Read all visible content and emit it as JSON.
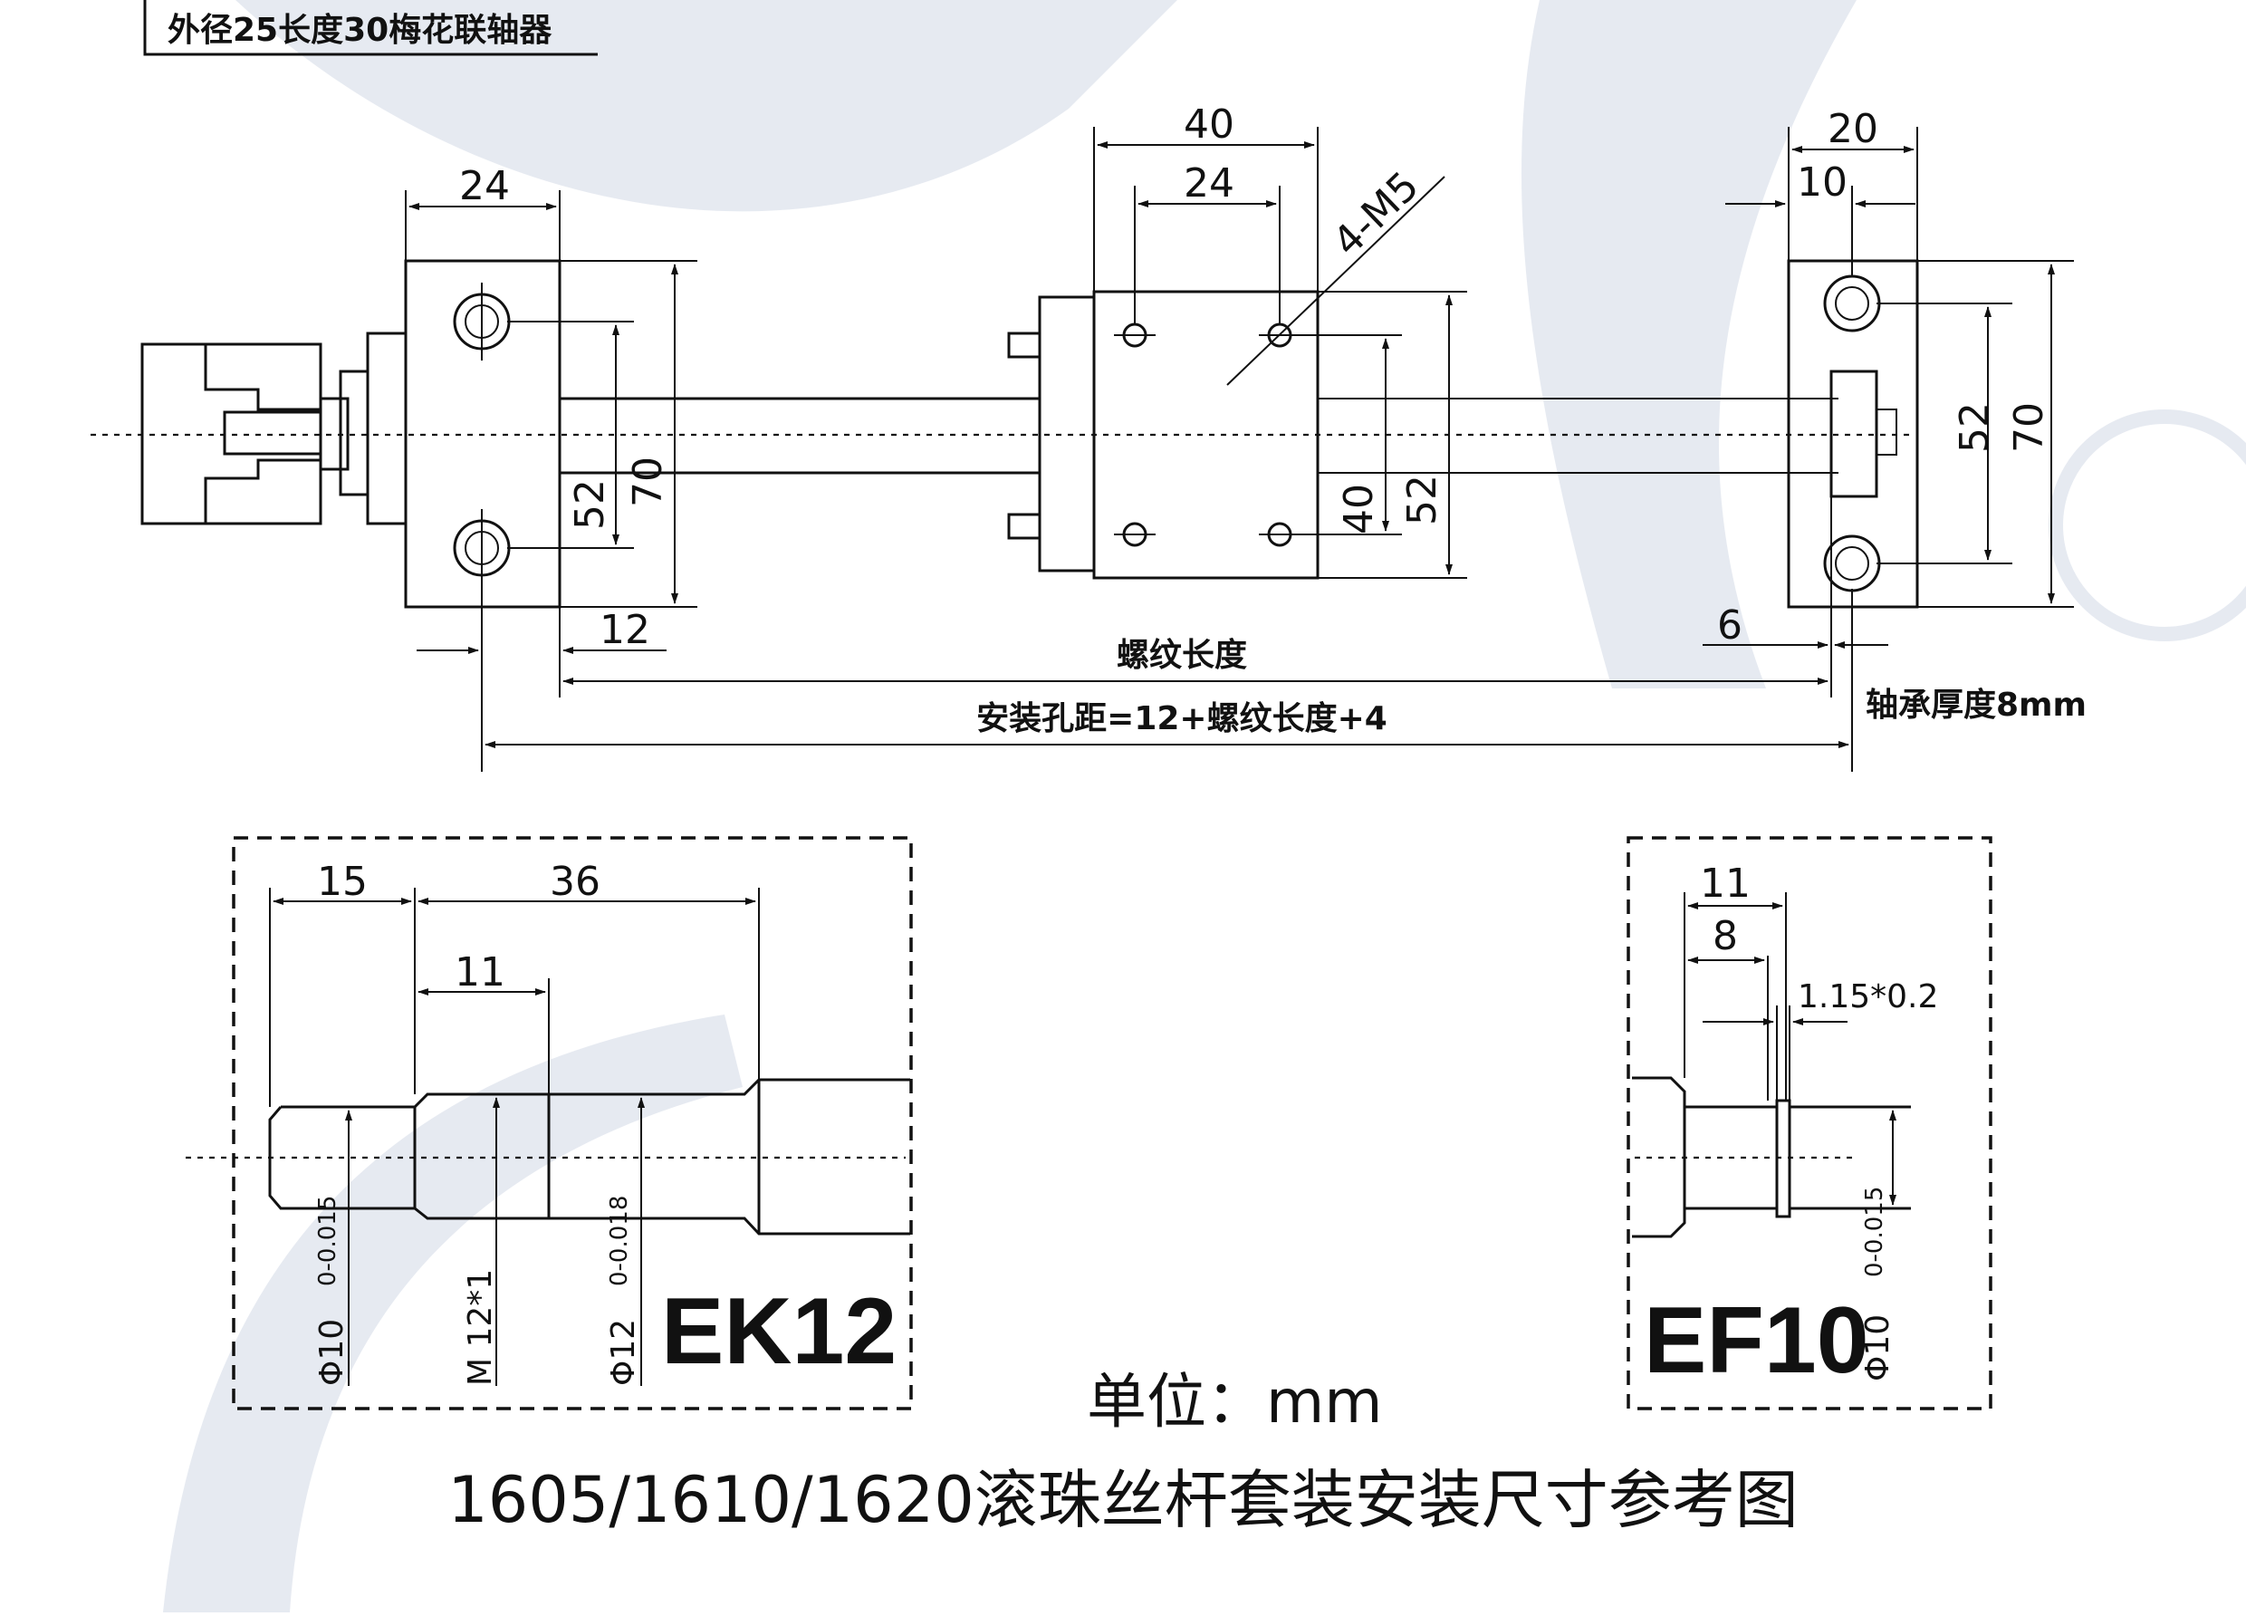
{
  "coupling_note": "外径25长度30梅花联轴器",
  "support_left": {
    "width": "24",
    "gap": "12",
    "hole_span": "52",
    "height": "70"
  },
  "nut_block": {
    "width": "40",
    "hole_span_x": "24",
    "thread": "4-M5",
    "hole_span_y": "40",
    "height": "52"
  },
  "support_right": {
    "width": "20",
    "hole_offset": "10",
    "hole_span": "52",
    "height": "70",
    "gap": "6"
  },
  "thread_length_label": "螺纹长度",
  "mount_distance_label": "安装孔距=12+螺纹长度+4",
  "bearing_note": "轴承厚度8mm",
  "ek12": {
    "label": "EK12",
    "dims": {
      "a": "15",
      "b": "36",
      "c": "11"
    },
    "diameters": {
      "d1": "Φ10",
      "d1_tol": "0-0.015",
      "thread": "M 12*1",
      "d2": "Φ12",
      "d2_tol": "0-0.018"
    }
  },
  "ef10": {
    "label": "EF10",
    "dims": {
      "a": "11",
      "b": "8",
      "groove": "1.15*0.2"
    },
    "diameters": {
      "d1": "Φ10",
      "d1_tol": "0-0.015"
    }
  },
  "unit_label": "单位：mm",
  "caption": "1605/1610/1620滚珠丝杆套装安装尺寸参考图"
}
